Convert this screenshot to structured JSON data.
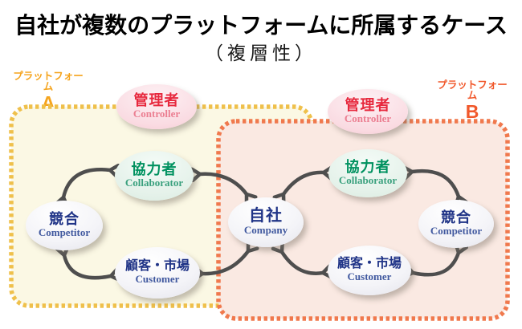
{
  "title": "自社が複数のプラットフォームに所属するケース",
  "subtitle": "（複層性）",
  "platform_a": {
    "label": "プラットフォーム",
    "id": "A",
    "label_color": "#F5A41D",
    "border_color": "#EFC04B",
    "fill_color": "#FBF8E4"
  },
  "platform_b": {
    "label": "プラットフォーム",
    "id": "B",
    "label_color": "#F1582B",
    "border_color": "#F0794D",
    "fill_color": "#FAE9E2"
  },
  "arrow_color": "#4E4E4E",
  "nodes": {
    "controller_a": {
      "jp": "管理者",
      "en": "Controller",
      "jp_color": "#E7293E",
      "en_color": "#EB7E91",
      "fill": "#FADBE2"
    },
    "controller_b": {
      "jp": "管理者",
      "en": "Controller",
      "jp_color": "#E7293E",
      "en_color": "#EB7E91",
      "fill": "#FADBE2"
    },
    "collaborator_a": {
      "jp": "協力者",
      "en": "Collaborator",
      "jp_color": "#00915F",
      "en_color": "#39A07D",
      "fill": "#E4F1E9"
    },
    "collaborator_b": {
      "jp": "協力者",
      "en": "Collaborator",
      "jp_color": "#00915F",
      "en_color": "#39A07D",
      "fill": "#E4F1E9"
    },
    "competitor_a": {
      "jp": "競合",
      "en": "Competitor",
      "jp_color": "#203487",
      "en_color": "#41599F",
      "fill": "#E8E8EF"
    },
    "competitor_b": {
      "jp": "競合",
      "en": "Competitor",
      "jp_color": "#203487",
      "en_color": "#41599F",
      "fill": "#E8E8EF"
    },
    "customer_a": {
      "jp": "顧客・市場",
      "en": "Customer",
      "jp_color": "#203487",
      "en_color": "#41599F",
      "fill": "#E8E8EF"
    },
    "customer_b": {
      "jp": "顧客・市場",
      "en": "Customer",
      "jp_color": "#203487",
      "en_color": "#41599F",
      "fill": "#E8E8EF"
    },
    "company": {
      "jp": "自社",
      "en": "Company",
      "jp_color": "#203487",
      "en_color": "#41599F",
      "fill": "#F2F2F6"
    }
  }
}
